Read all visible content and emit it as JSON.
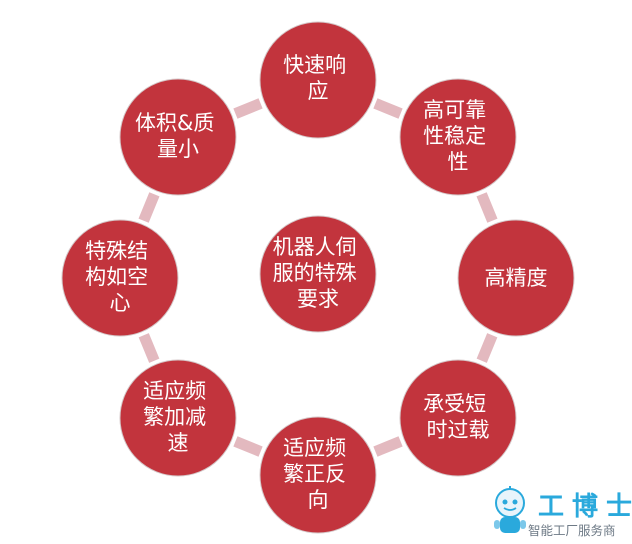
{
  "center": {
    "lines": [
      "机器人伺",
      "服的特殊",
      "要求"
    ]
  },
  "nodes": [
    {
      "name": "fast-response",
      "lines": [
        "快速响",
        "应"
      ]
    },
    {
      "name": "high-reliability",
      "lines": [
        "高可靠",
        "性稳定",
        "性"
      ]
    },
    {
      "name": "high-precision",
      "lines": [
        "高精度"
      ]
    },
    {
      "name": "short-overload",
      "lines": [
        "承受短",
        "时过载"
      ]
    },
    {
      "name": "frequent-reversal",
      "lines": [
        "适应频",
        "繁正反",
        "向"
      ]
    },
    {
      "name": "frequent-accel",
      "lines": [
        "适应频",
        "繁加减",
        "速"
      ]
    },
    {
      "name": "special-structure",
      "lines": [
        "特殊结",
        "构如空",
        "心"
      ]
    },
    {
      "name": "small-size-weight",
      "lines": [
        "体积&质",
        "量小"
      ]
    }
  ],
  "watermark": {
    "title": "工博士",
    "subtitle": "智能工厂服务商"
  },
  "colors": {
    "node_fill": "#c2343d",
    "connector": "#e3b9bf",
    "text": "#ffffff",
    "watermark_title": "#2aa9dc"
  }
}
